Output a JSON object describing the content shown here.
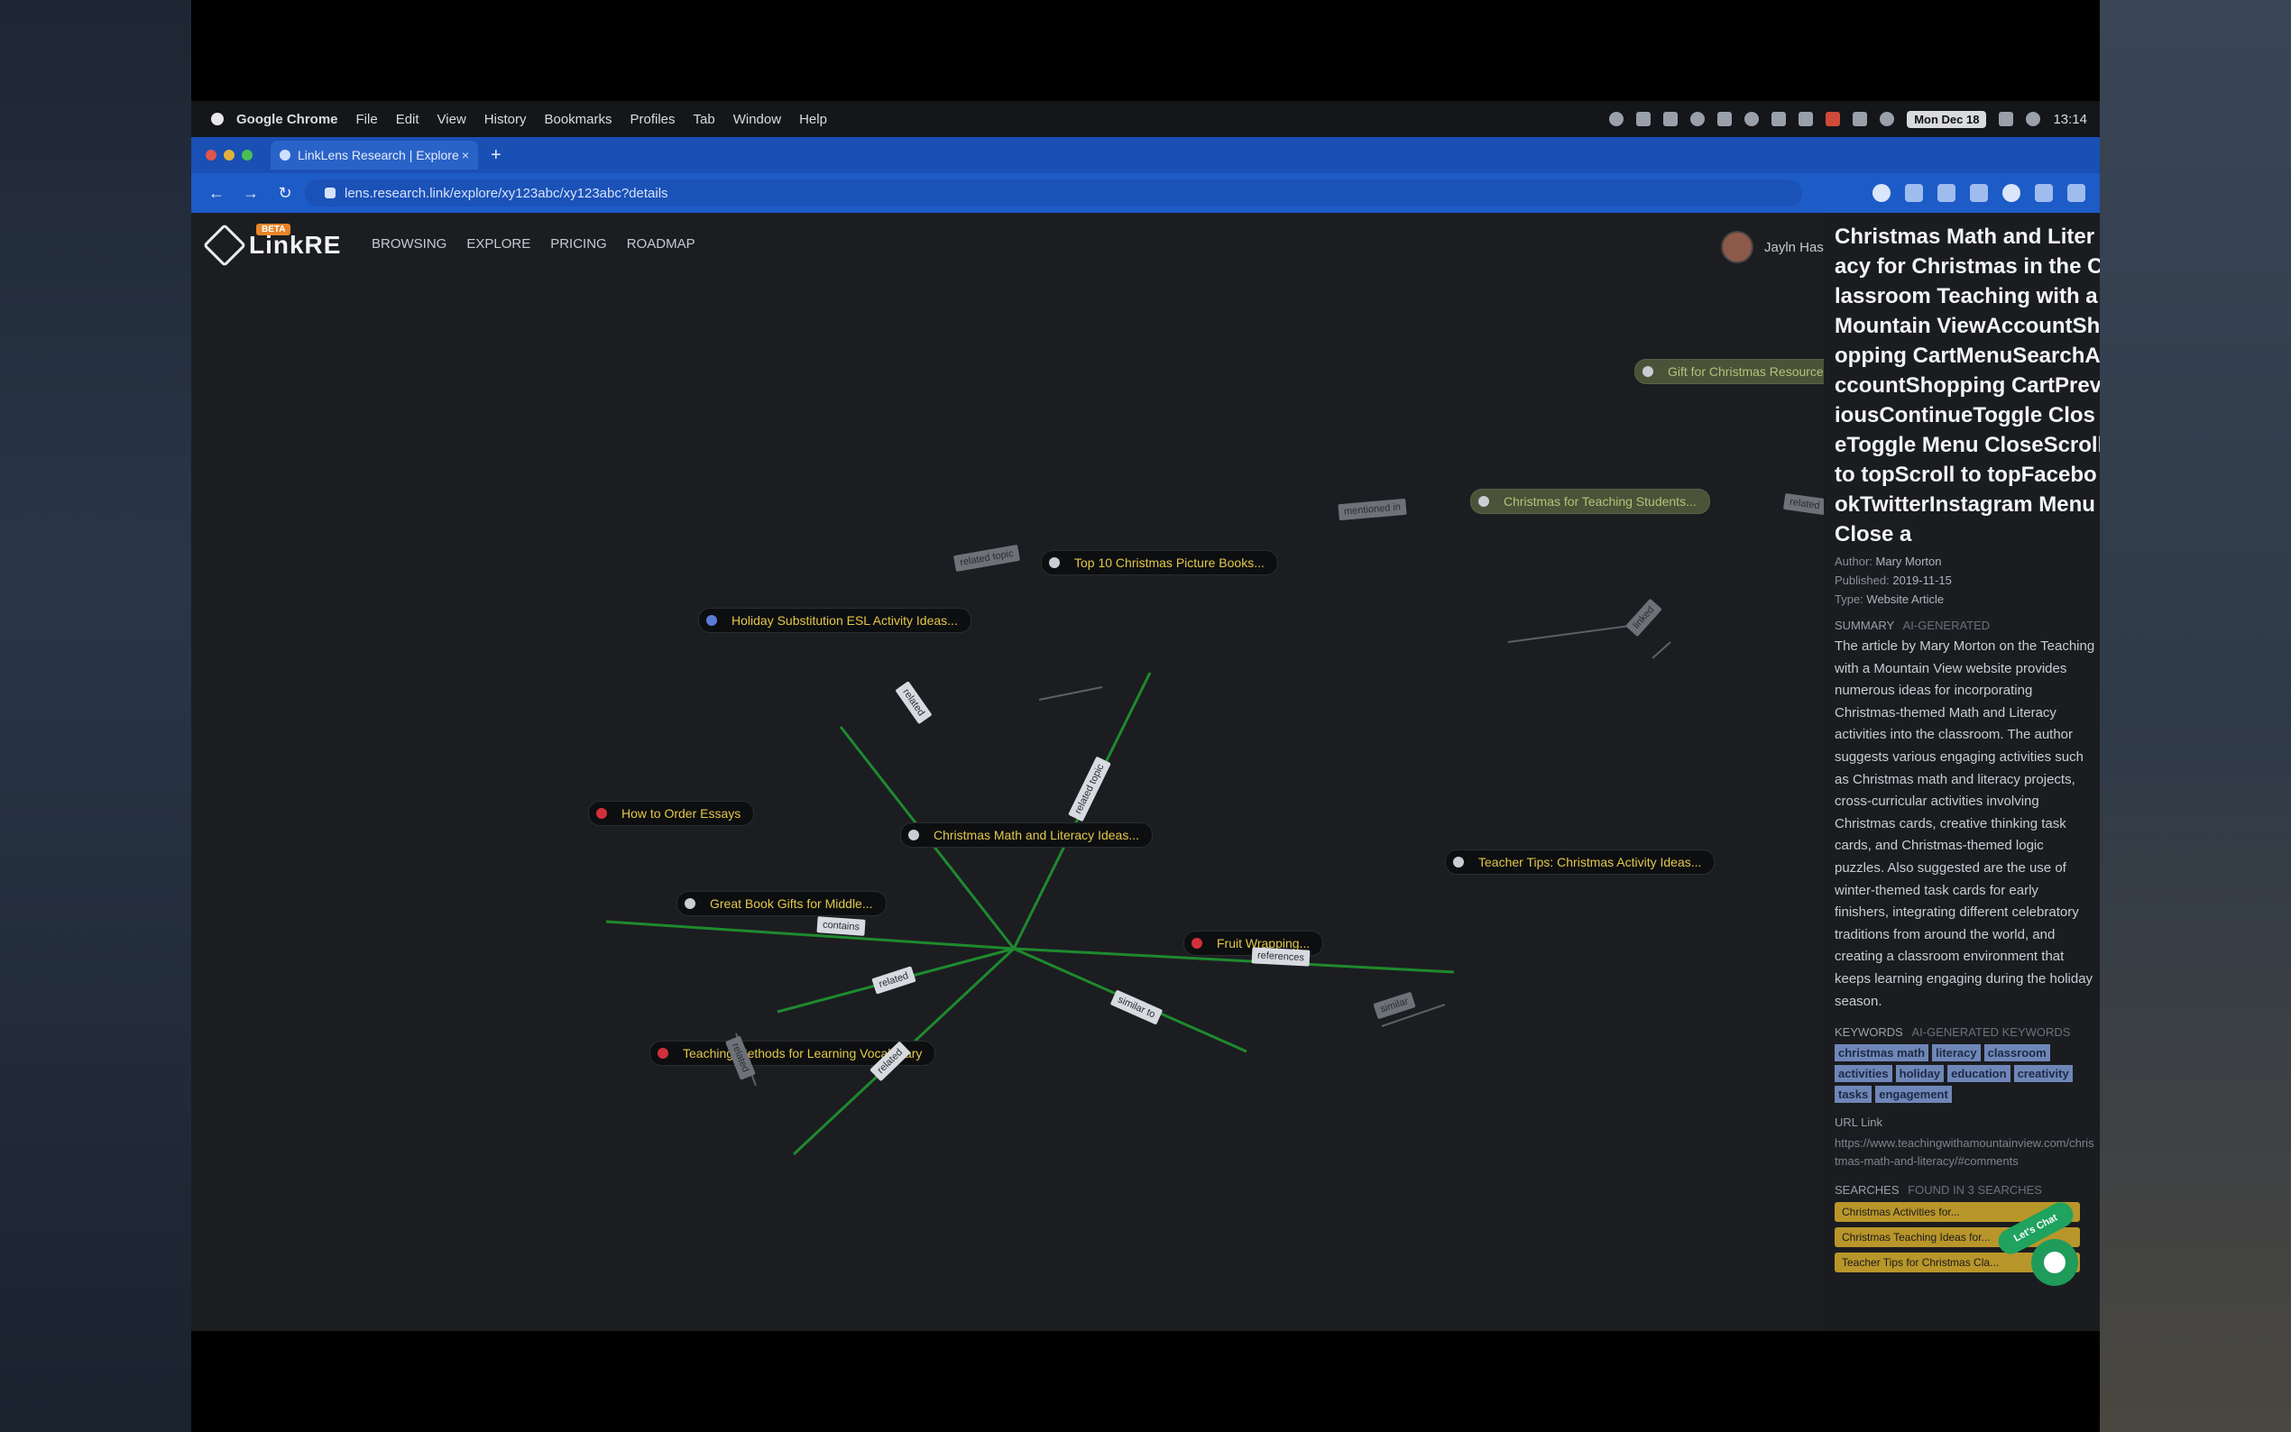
{
  "menubar": {
    "app_name": "Google Chrome",
    "menus": [
      "File",
      "Edit",
      "View",
      "History",
      "Bookmarks",
      "Profiles",
      "Tab",
      "Window",
      "Help"
    ],
    "clock": "Mon Dec 18",
    "time": "13:14"
  },
  "browser": {
    "tab_title": "LinkLens Research | Explore",
    "url": "lens.research.link/explore/xy123abc/xy123abc?details",
    "new_tab_symbol": "+",
    "tab_close_symbol": "×"
  },
  "app": {
    "logo_text": "LinkRE",
    "logo_badge": "BETA",
    "nav": [
      "BROWSING",
      "EXPLORE",
      "PRICING",
      "ROADMAP"
    ],
    "user_name": "Jayln Has"
  },
  "graph": {
    "center": "Christmas Math and Literacy Ideas...",
    "nodes": [
      {
        "label": "Top 10 Christmas Picture Books..."
      },
      {
        "label": "Holiday Substitution ESL Activity Ideas..."
      },
      {
        "label": "Gift for Christmas Resources"
      },
      {
        "label": "Christmas for Teaching Students..."
      },
      {
        "label": "How to Order Essays"
      },
      {
        "label": "Teacher Tips: Christmas Activity Ideas..."
      },
      {
        "label": "Great Book Gifts for Middle..."
      },
      {
        "label": "Fruit Wrapping..."
      },
      {
        "label": "Teaching Methods for Learning Vocabulary"
      }
    ],
    "edge_labels": [
      "related topic",
      "related",
      "contains",
      "references",
      "related",
      "similar to",
      "related",
      "related topic",
      "mentioned in",
      "similar",
      "related",
      "linked",
      "related"
    ]
  },
  "panel": {
    "title": "Christmas Math and Literacy for Christmas in the Classroom Teaching with a Mountain ViewAccountShopping CartMenuSearchAccountShopping CartPreviousContinueToggle CloseToggle Menu CloseScroll to topScroll to topFacebookTwitterInstagram Menu Close a",
    "meta": [
      {
        "k": "Author:",
        "v": "Mary Morton"
      },
      {
        "k": "Published:",
        "v": "2019-11-15"
      },
      {
        "k": "Type:",
        "v": "Website Article"
      }
    ],
    "summary_label": "SUMMARY",
    "summary_sub": "AI-generated",
    "summary": "The article by Mary Morton on the Teaching with a Mountain View website provides numerous ideas for incorporating Christmas-themed Math and Literacy activities into the classroom. The author suggests various engaging activities such as Christmas math and literacy projects, cross-curricular activities involving Christmas cards, creative thinking task cards, and Christmas-themed logic puzzles. Also suggested are the use of winter-themed task cards for early finishers, integrating different celebratory traditions from around the world, and creating a classroom environment that keeps learning engaging during the holiday season.",
    "keywords_label": "KEYWORDS",
    "keywords_sub": "AI-generated keywords",
    "keywords": [
      "christmas math",
      "literacy",
      "classroom",
      "activities",
      "holiday",
      "education",
      "creativity",
      "tasks",
      "engagement"
    ],
    "url_label": "URL Link",
    "url": "https://www.teachingwithamountainview.com/christmas-math-and-literacy/#comments",
    "sources_label": "SEARCHES",
    "sources_sub": "Found in 3 searches",
    "sources": [
      "Christmas Activities for...",
      "Christmas Teaching Ideas for...",
      "Teacher Tips for Christmas Cla..."
    ],
    "chat_badge": "Let's Chat"
  }
}
